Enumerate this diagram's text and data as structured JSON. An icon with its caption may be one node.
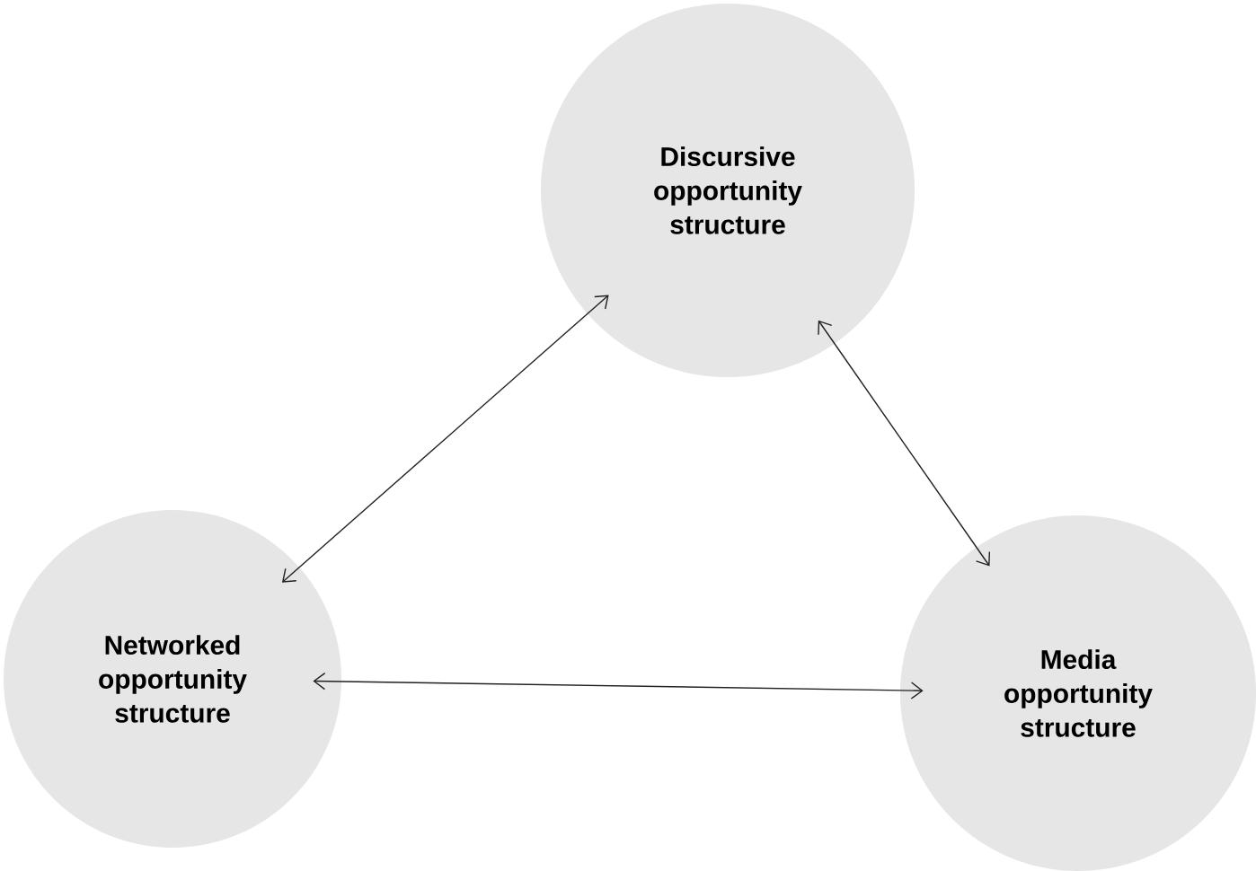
{
  "diagram": {
    "nodes": [
      {
        "text": [
          "Discursive opportunity structure"
        ]
      },
      {
        "text": [
          "Networked opportunity structure"
        ]
      },
      {
        "text": [
          "Media opportunity structure"
        ]
      }
    ],
    "edges": [
      {
        "from": 0,
        "to": 1,
        "arrow": "both"
      },
      {
        "from": 0,
        "to": 2,
        "arrow": "both"
      },
      {
        "from": 1,
        "to": 2,
        "arrow": "both"
      }
    ]
  }
}
